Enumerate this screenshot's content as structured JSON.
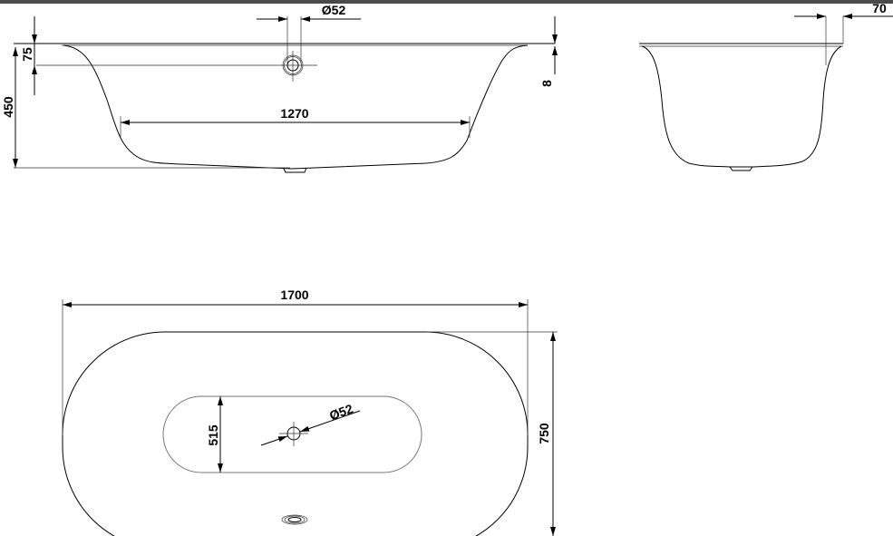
{
  "drawing": {
    "front_view": {
      "overflow_diameter": "Ø52",
      "overflow_height": "75",
      "total_height": "450",
      "bottom_length": "1270",
      "rim_thickness": "8"
    },
    "side_view": {
      "rim_width": "70"
    },
    "plan_view": {
      "length": "1700",
      "width": "750",
      "inner_width": "515",
      "drain_diameter": "Ø52"
    }
  }
}
